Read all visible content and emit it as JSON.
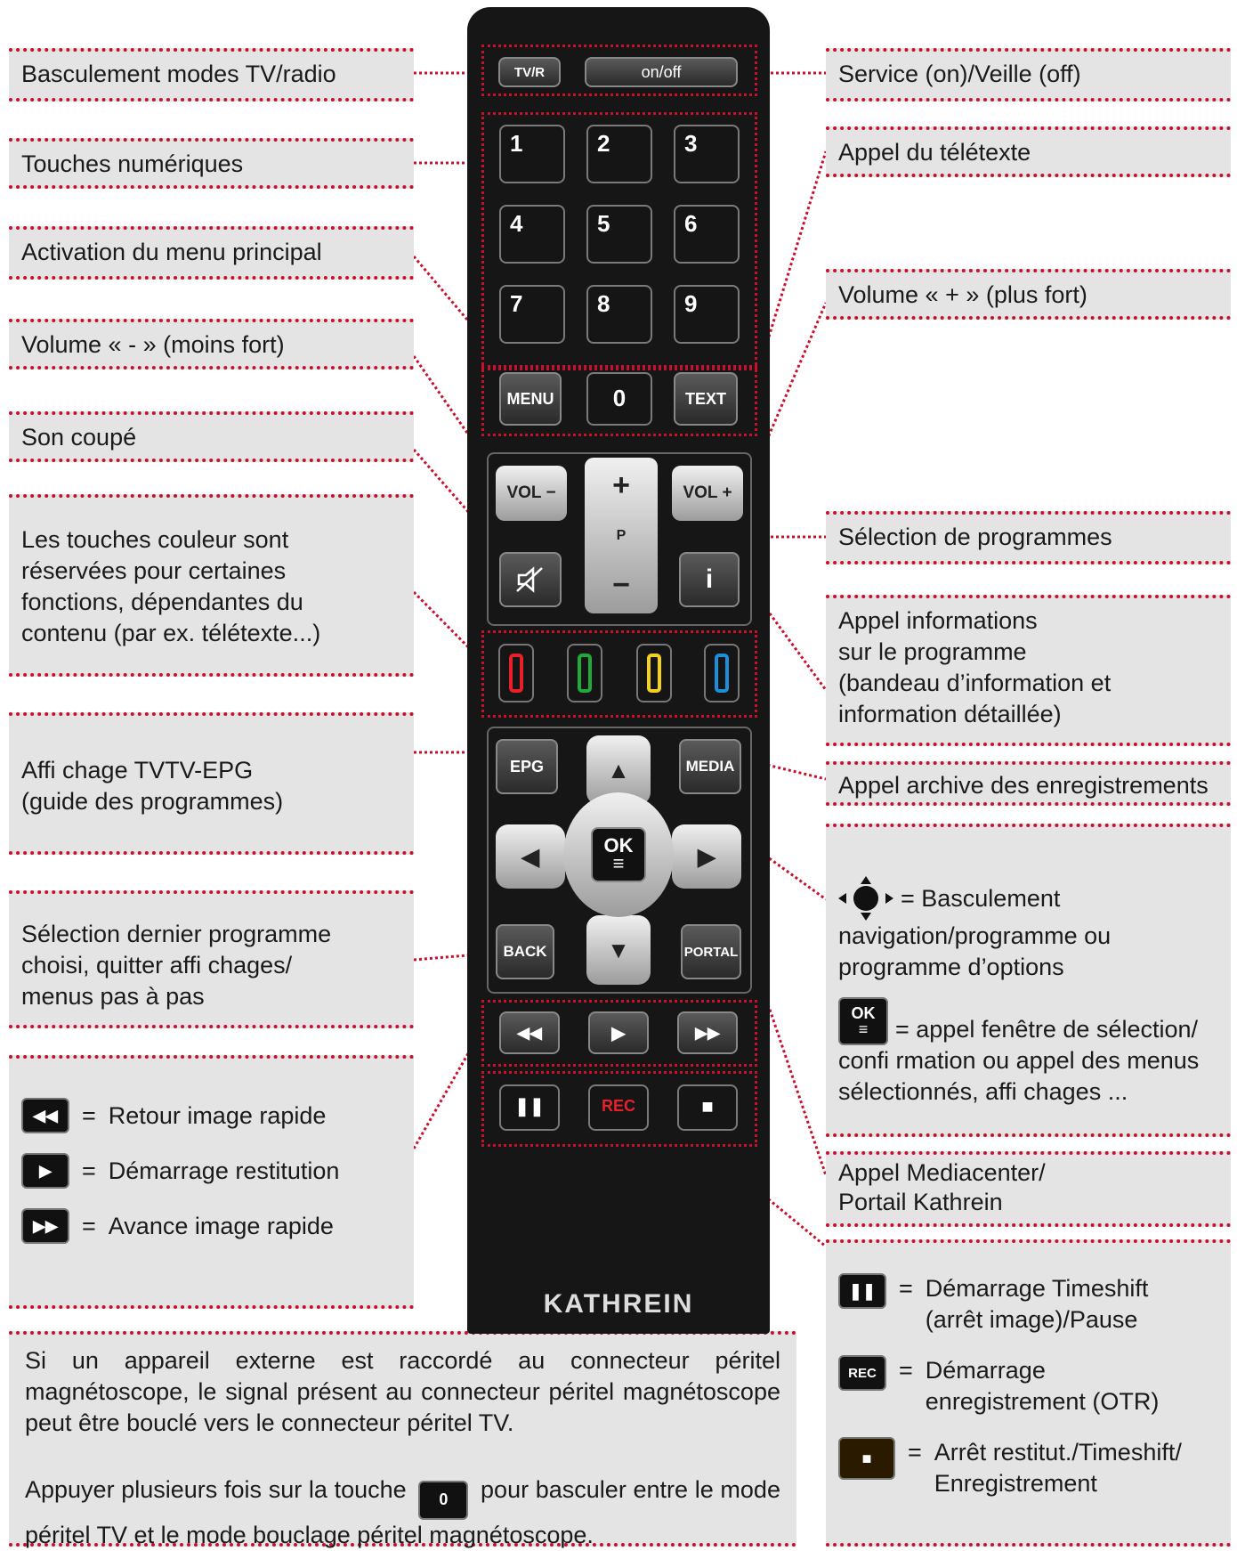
{
  "labels": {
    "tv_radio": "Basculement modes TV/radio",
    "numeric": "Touches numériques",
    "menu": "Activation du menu principal",
    "vol_minus": "Volume « - »  (moins fort)",
    "mute": "Son coupé",
    "color_keys": [
      "Les touches couleur sont",
      "réservées pour certaines",
      "fonctions, dépendantes du",
      "contenu (par ex. télétexte...)"
    ],
    "epg": [
      "Affi chage TVTV-EPG",
      "(guide des programmes)"
    ],
    "back": [
      "Sélection dernier programme",
      "choisi, quitter affi chages/",
      "menus pas à pas"
    ],
    "service": "Service (on)/Veille (off)",
    "teletext": "Appel du télétexte",
    "vol_plus": "Volume « + » (plus fort)",
    "program_select": "Sélection de programmes",
    "info": [
      "Appel informations",
      "sur le programme",
      "(bandeau d’information et",
      "information détaillée)"
    ],
    "archive": "Appel archive des enregistrements",
    "nav": [
      "= Basculement",
      "navigation/programme ou",
      "programme d’options"
    ],
    "ok": [
      "= appel fenêtre de sélection/",
      "confi rmation ou appel des menus",
      "sélectionnés, affi chages ..."
    ],
    "portal": [
      "Appel Mediacenter/",
      "Portail Kathrein"
    ]
  },
  "playback": [
    {
      "icon": "rewind-icon",
      "text": "Retour image rapide"
    },
    {
      "icon": "play-icon",
      "text": "Démarrage restitution"
    },
    {
      "icon": "fast-forward-icon",
      "text": "Avance image rapide"
    }
  ],
  "timeshift": [
    {
      "icon": "pause-icon",
      "lines": [
        "Démarrage Timeshift",
        "(arrêt     image)/Pause"
      ]
    },
    {
      "icon": "rec-icon",
      "lines": [
        "Démarrage",
        "enregistrement     (OTR)"
      ]
    },
    {
      "icon": "stop-icon",
      "lines": [
        "Arrêt restitut./Timeshift/",
        "Enregistrement"
      ]
    }
  ],
  "scart_note": {
    "para1": "Si un appareil externe est raccordé au connecteur péritel magnétoscope, le signal présent au connecteur péritel magnétoscope peut être bouclé vers le connecteur péritel TV.",
    "para2_before": "Appuyer plusieurs fois sur la touche",
    "para2_after": "pour basculer entre le mode péritel TV et le mode bouclage péritel magnétoscope.",
    "key_label": "0"
  },
  "remote": {
    "tvr": "TV/R",
    "onoff": "on/off",
    "digits": [
      "1",
      "2",
      "3",
      "4",
      "5",
      "6",
      "7",
      "8",
      "9"
    ],
    "menu": "MENU",
    "zero": "0",
    "text": "TEXT",
    "volm": "VOL −",
    "volp": "VOL +",
    "plus": "+",
    "p": "P",
    "minus": "−",
    "info": "i",
    "epg": "EPG",
    "media": "MEDIA",
    "ok": "OK",
    "back": "BACK",
    "portal": "PORTAL",
    "rec": "REC",
    "brand": "KATHREIN",
    "colors": [
      "#e8202a",
      "#1faa3b",
      "#f2d21c",
      "#1d8fd8"
    ]
  },
  "key_icon_labels": {
    "ok": "OK",
    "rec": "REC"
  }
}
